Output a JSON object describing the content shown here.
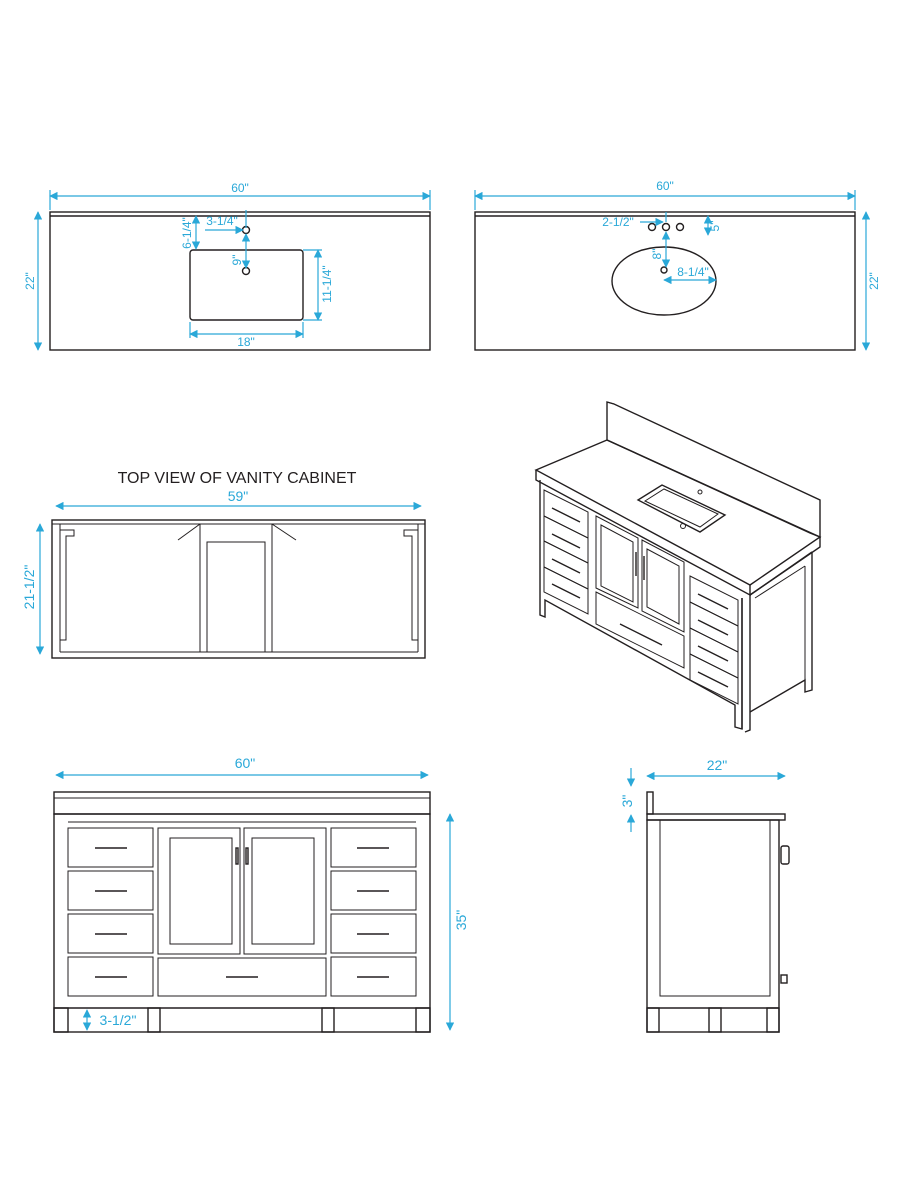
{
  "title": "TOP VIEW OF VANITY CABINET",
  "colors": {
    "line": "#231f20",
    "dimension": "#2aa8d8",
    "background": "#ffffff"
  },
  "top_rect": {
    "width": "60\"",
    "depth": "22\"",
    "offset_top": "6-1/4\"",
    "faucet_offset": "3-1/4\"",
    "drain": "9\"",
    "sink_depth": "11-1/4\"",
    "sink_width": "18\""
  },
  "top_oval": {
    "width": "60\"",
    "depth": "22\"",
    "faucet_spread": "2-1/2\"",
    "faucet_offset": "5\"",
    "drain": "8\"",
    "half_width": "8-1/4\""
  },
  "top_view": {
    "width": "59\"",
    "depth": "21-1/2\""
  },
  "front": {
    "width": "60\"",
    "height": "35\"",
    "leg": "3-1/2\""
  },
  "side": {
    "depth": "22\"",
    "backsplash": "3\""
  }
}
